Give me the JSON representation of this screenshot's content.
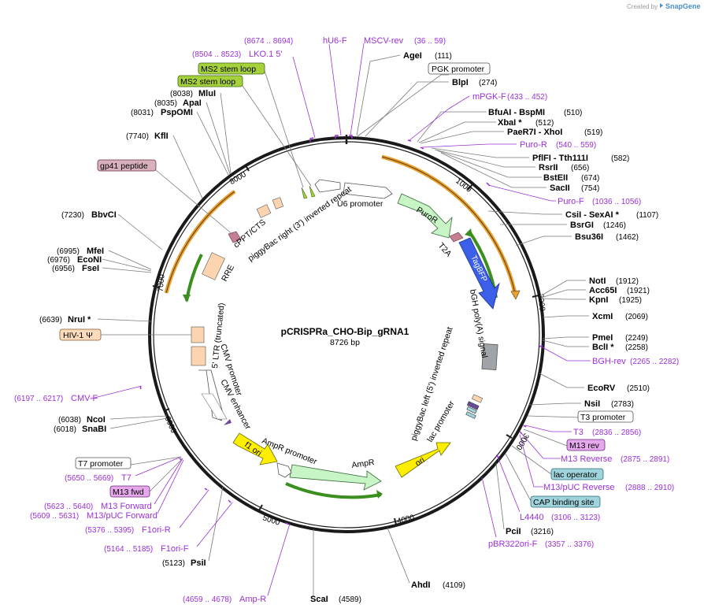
{
  "brand": {
    "prefix": "Created by",
    "name": "SnapGene"
  },
  "plasmid": {
    "name": "pCRISPRa_CHO-Bip_gRNA1",
    "length": "8726 bp"
  },
  "ring_ticks": [
    "1000",
    "2000",
    "3000",
    "4000",
    "5000",
    "6000",
    "7000",
    "8000"
  ],
  "enzymes": [
    {
      "name": "AgeI",
      "pos": "(111)"
    },
    {
      "name": "BlpI",
      "pos": "(274)"
    },
    {
      "name": "BfuAI - BspMI",
      "pos": "(510)"
    },
    {
      "name": "XbaI *",
      "pos": "(512)"
    },
    {
      "name": "PaeR7I - XhoI",
      "pos": "(519)"
    },
    {
      "name": "PflFI - Tth111I",
      "pos": "(582)"
    },
    {
      "name": "RsrII",
      "pos": "(656)"
    },
    {
      "name": "BstEII",
      "pos": "(674)"
    },
    {
      "name": "SacII",
      "pos": "(754)"
    },
    {
      "name": "CsiI - SexAI *",
      "pos": "(1107)"
    },
    {
      "name": "BsrGI",
      "pos": "(1246)"
    },
    {
      "name": "Bsu36I",
      "pos": "(1462)"
    },
    {
      "name": "NotI",
      "pos": "(1912)"
    },
    {
      "name": "Acc65I",
      "pos": "(1921)"
    },
    {
      "name": "KpnI",
      "pos": "(1925)"
    },
    {
      "name": "XcmI",
      "pos": "(2069)"
    },
    {
      "name": "PmeI",
      "pos": "(2249)"
    },
    {
      "name": "BclI *",
      "pos": "(2258)"
    },
    {
      "name": "EcoRV",
      "pos": "(2510)"
    },
    {
      "name": "NsiI",
      "pos": "(2783)"
    },
    {
      "name": "PciI",
      "pos": "(3216)"
    },
    {
      "name": "AhdI",
      "pos": "(4109)"
    },
    {
      "name": "ScaI",
      "pos": "(4589)"
    },
    {
      "name": "PsiI",
      "pos": "(5123)"
    },
    {
      "name": "SnaBI",
      "pos": "(6018)"
    },
    {
      "name": "NcoI",
      "pos": "(6038)"
    },
    {
      "name": "NruI *",
      "pos": "(6639)"
    },
    {
      "name": "FseI",
      "pos": "(6956)"
    },
    {
      "name": "EcoNI",
      "pos": "(6976)"
    },
    {
      "name": "MfeI",
      "pos": "(6995)"
    },
    {
      "name": "BbvCI",
      "pos": "(7230)"
    },
    {
      "name": "KflI",
      "pos": "(7740)"
    },
    {
      "name": "PspOMI",
      "pos": "(8031)"
    },
    {
      "name": "ApaI",
      "pos": "(8035)"
    },
    {
      "name": "MluI",
      "pos": "(8038)"
    }
  ],
  "primers": [
    {
      "name": "MSCV-rev",
      "pos": "(36 .. 59)"
    },
    {
      "name": "hU6-F",
      "pos": "(8674 .. 8694)"
    },
    {
      "name": "LKO.1 5'",
      "pos": "(8504 .. 8523)"
    },
    {
      "name": "mPGK-F",
      "pos": "(433 .. 452)"
    },
    {
      "name": "Puro-R",
      "pos": "(540 .. 559)"
    },
    {
      "name": "Puro-F",
      "pos": "(1036 .. 1056)"
    },
    {
      "name": "BGH-rev",
      "pos": "(2265 .. 2282)"
    },
    {
      "name": "T3",
      "pos": "(2836 .. 2856)"
    },
    {
      "name": "M13 Reverse",
      "pos": "(2875 .. 2891)"
    },
    {
      "name": "M13/pUC Reverse",
      "pos": "(2888 .. 2910)"
    },
    {
      "name": "L4440",
      "pos": "(3106 .. 3123)"
    },
    {
      "name": "pBR322ori-F",
      "pos": "(3357 .. 3376)"
    },
    {
      "name": "Amp-R",
      "pos": "(4659 .. 4678)"
    },
    {
      "name": "F1ori-F",
      "pos": "(5164 .. 5185)"
    },
    {
      "name": "F1ori-R",
      "pos": "(5376 .. 5395)"
    },
    {
      "name": "M13/pUC Forward",
      "pos": "(5609 .. 5631)"
    },
    {
      "name": "M13 Forward",
      "pos": "(5623 .. 5640)"
    },
    {
      "name": "T7",
      "pos": "(5650 .. 5669)"
    },
    {
      "name": "CMV-F",
      "pos": "(6197 .. 6217)"
    }
  ],
  "boxed_features": [
    {
      "name": "PGK promoter",
      "fill": "#ffffff"
    },
    {
      "name": "MS2 stem loop",
      "fill": "#a6d13a"
    },
    {
      "name": "MS2 stem loop",
      "fill": "#a6d13a"
    },
    {
      "name": "gp41 peptide",
      "fill": "#d9b1bd"
    },
    {
      "name": "HIV-1 Ψ",
      "fill": "#fcdcbc"
    },
    {
      "name": "T7 promoter",
      "fill": "#ffffff"
    },
    {
      "name": "M13 fwd",
      "fill": "#e6a8ec"
    },
    {
      "name": "T3 promoter",
      "fill": "#ffffff"
    },
    {
      "name": "M13 rev",
      "fill": "#e6a8ec"
    },
    {
      "name": "lac operator",
      "fill": "#9fd4dc"
    },
    {
      "name": "CAP binding site",
      "fill": "#9fd4dc"
    }
  ],
  "inner_labels": [
    "U6 promoter",
    "piggyBac right (3') inverted repeat",
    "cPPT/CTS",
    "RRE",
    "5' LTR (truncated)",
    "CMV promoter",
    "CMV enhancer",
    "f1 ori",
    "AmpR promoter",
    "AmpR",
    "ori",
    "lac promoter",
    "piggyBac left (5') inverted repeat",
    "bGH poly(A) signal",
    "TagBFP",
    "T2A",
    "PuroR"
  ],
  "colors": {
    "backbone": "#1a1a1a",
    "primer": "#9b30d9",
    "orange_arc": "#e8a02e",
    "green_arc": "#3a8f1f",
    "puroR": "#c8f5c6",
    "tagBFP": "#3b5fe8",
    "ori": "#ffee00",
    "ampR": "#c8f5c6",
    "grey_box": "#a0a4a8",
    "peach": "#fcd5b0"
  }
}
